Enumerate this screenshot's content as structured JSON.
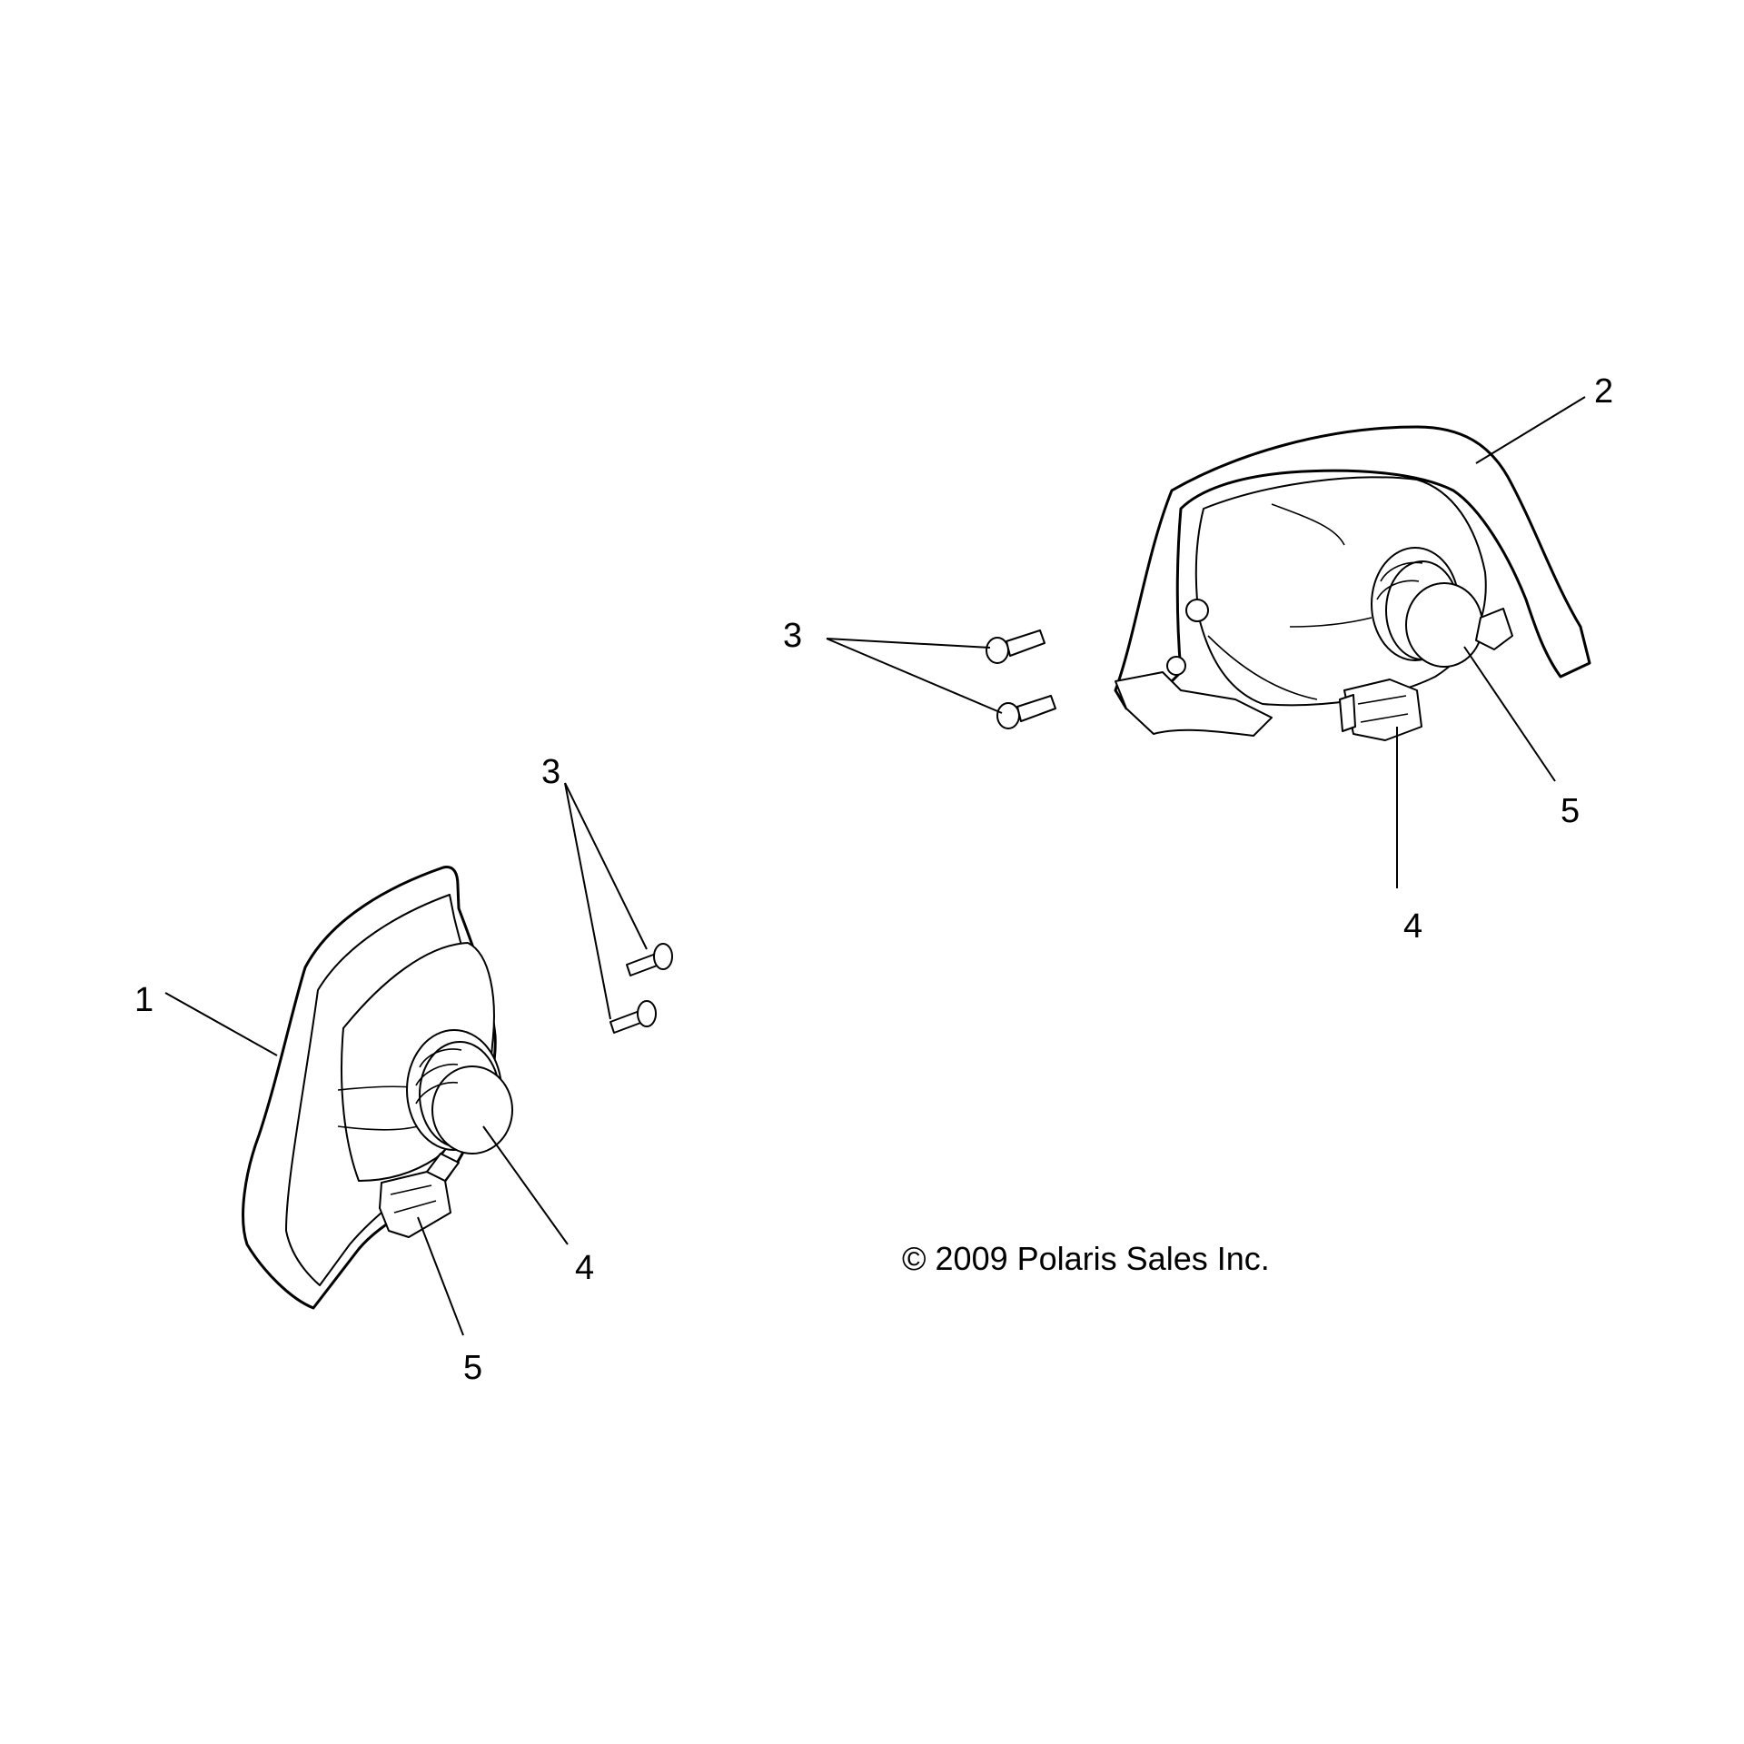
{
  "callouts": {
    "left_housing": "1",
    "right_housing": "2",
    "left_screws": "3",
    "right_screws": "3",
    "left_bulb": "4",
    "left_connector": "5",
    "right_connector": "4",
    "right_bulb": "5"
  },
  "copyright": "© 2009 Polaris Sales Inc."
}
